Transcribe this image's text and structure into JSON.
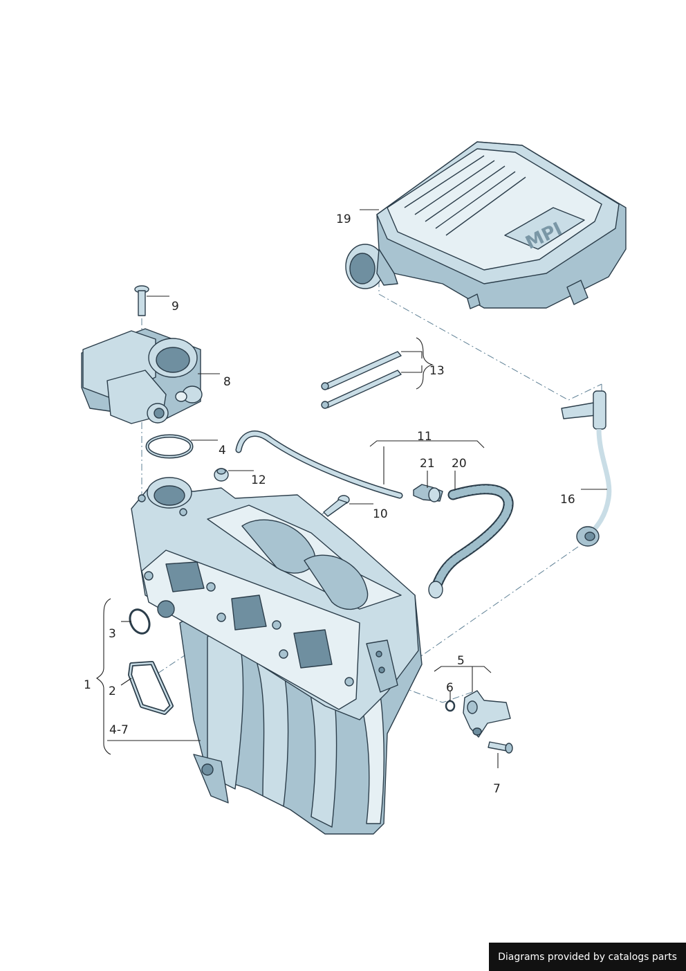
{
  "labels": {
    "l1": "1",
    "l2": "2",
    "l3": "3",
    "l4": "4",
    "l4_7": "4-7",
    "l5": "5",
    "l6": "6",
    "l7": "7",
    "l8": "8",
    "l9": "9",
    "l10": "10",
    "l11": "11",
    "l12": "12",
    "l13": "13",
    "l16": "16",
    "l19": "19",
    "l20": "20",
    "l21": "21"
  },
  "cover_logo": "MPI",
  "credit": "Diagrams provided by catalogs parts"
}
